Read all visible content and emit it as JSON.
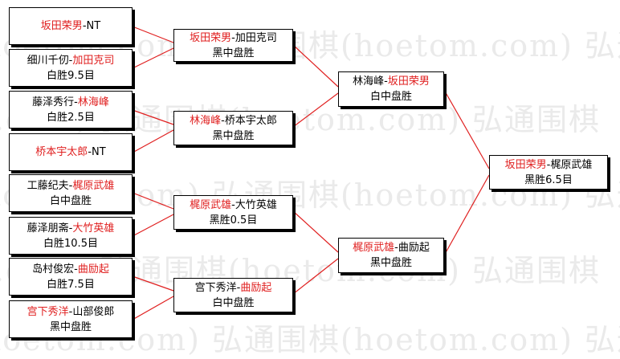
{
  "colors": {
    "winner_red": "#e02020",
    "connector": "#e02020",
    "box_border": "#000000",
    "watermark": "#eaeaea"
  },
  "watermark": {
    "line": "(hoetom.com) 弘通围棋(hoetom.com) 弘通围棋"
  },
  "round1": [
    {
      "p1": "坂田荣男",
      "p2": "NT",
      "winner": 1,
      "result": ""
    },
    {
      "p1": "细川千仞",
      "p2": "加田克司",
      "winner": 2,
      "result": "白胜9.5目"
    },
    {
      "p1": "藤泽秀行",
      "p2": "林海峰",
      "winner": 2,
      "result": "白胜2.5目"
    },
    {
      "p1": "桥本宇太郎",
      "p2": "NT",
      "winner": 1,
      "result": ""
    },
    {
      "p1": "工藤纪夫",
      "p2": "梶原武雄",
      "winner": 2,
      "result": "白中盘胜"
    },
    {
      "p1": "藤泽朋斋",
      "p2": "大竹英雄",
      "winner": 2,
      "result": "白胜10.5目"
    },
    {
      "p1": "岛村俊宏",
      "p2": "曲励起",
      "winner": 2,
      "result": "白胜7.5目"
    },
    {
      "p1": "宫下秀洋",
      "p2": "山部俊郎",
      "winner": 1,
      "result": "黑中盘胜"
    }
  ],
  "round2": [
    {
      "p1": "坂田荣男",
      "p2": "加田克司",
      "winner": 1,
      "result": "黑中盘胜"
    },
    {
      "p1": "林海峰",
      "p2": "桥本宇太郎",
      "winner": 1,
      "result": "黑中盘胜"
    },
    {
      "p1": "梶原武雄",
      "p2": "大竹英雄",
      "winner": 1,
      "result": "黑胜0.5目"
    },
    {
      "p1": "宫下秀洋",
      "p2": "曲励起",
      "winner": 2,
      "result": "白中盘胜"
    }
  ],
  "round3": [
    {
      "p1": "林海峰",
      "p2": "坂田荣男",
      "winner": 2,
      "result": "白中盘胜"
    },
    {
      "p1": "梶原武雄",
      "p2": "曲励起",
      "winner": 1,
      "result": "黑中盘胜"
    }
  ],
  "final": [
    {
      "p1": "坂田荣男",
      "p2": "梶原武雄",
      "winner": 1,
      "result": "黑胜6.5目"
    }
  ]
}
